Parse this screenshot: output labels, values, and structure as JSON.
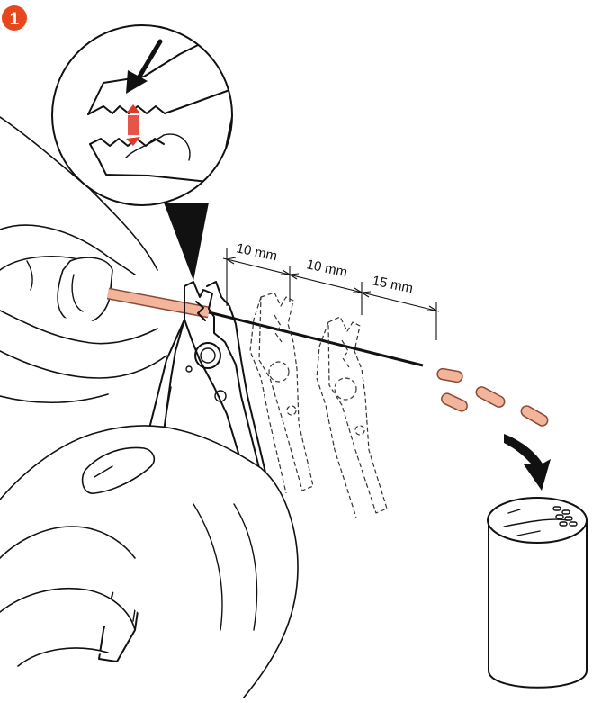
{
  "step": {
    "number": "1",
    "color": "#e8471e"
  },
  "dimensions": [
    {
      "label": "10 mm"
    },
    {
      "label": "10 mm"
    },
    {
      "label": "15 mm"
    }
  ],
  "colors": {
    "wire_insulation": "#f2b49a",
    "insulation_stroke": "#8a4a36",
    "cut_marker": "#e3372a",
    "line": "#111111"
  },
  "icons": [
    "step-number-badge",
    "down-arrow-icon",
    "curved-arrow-icon",
    "waste-container"
  ]
}
